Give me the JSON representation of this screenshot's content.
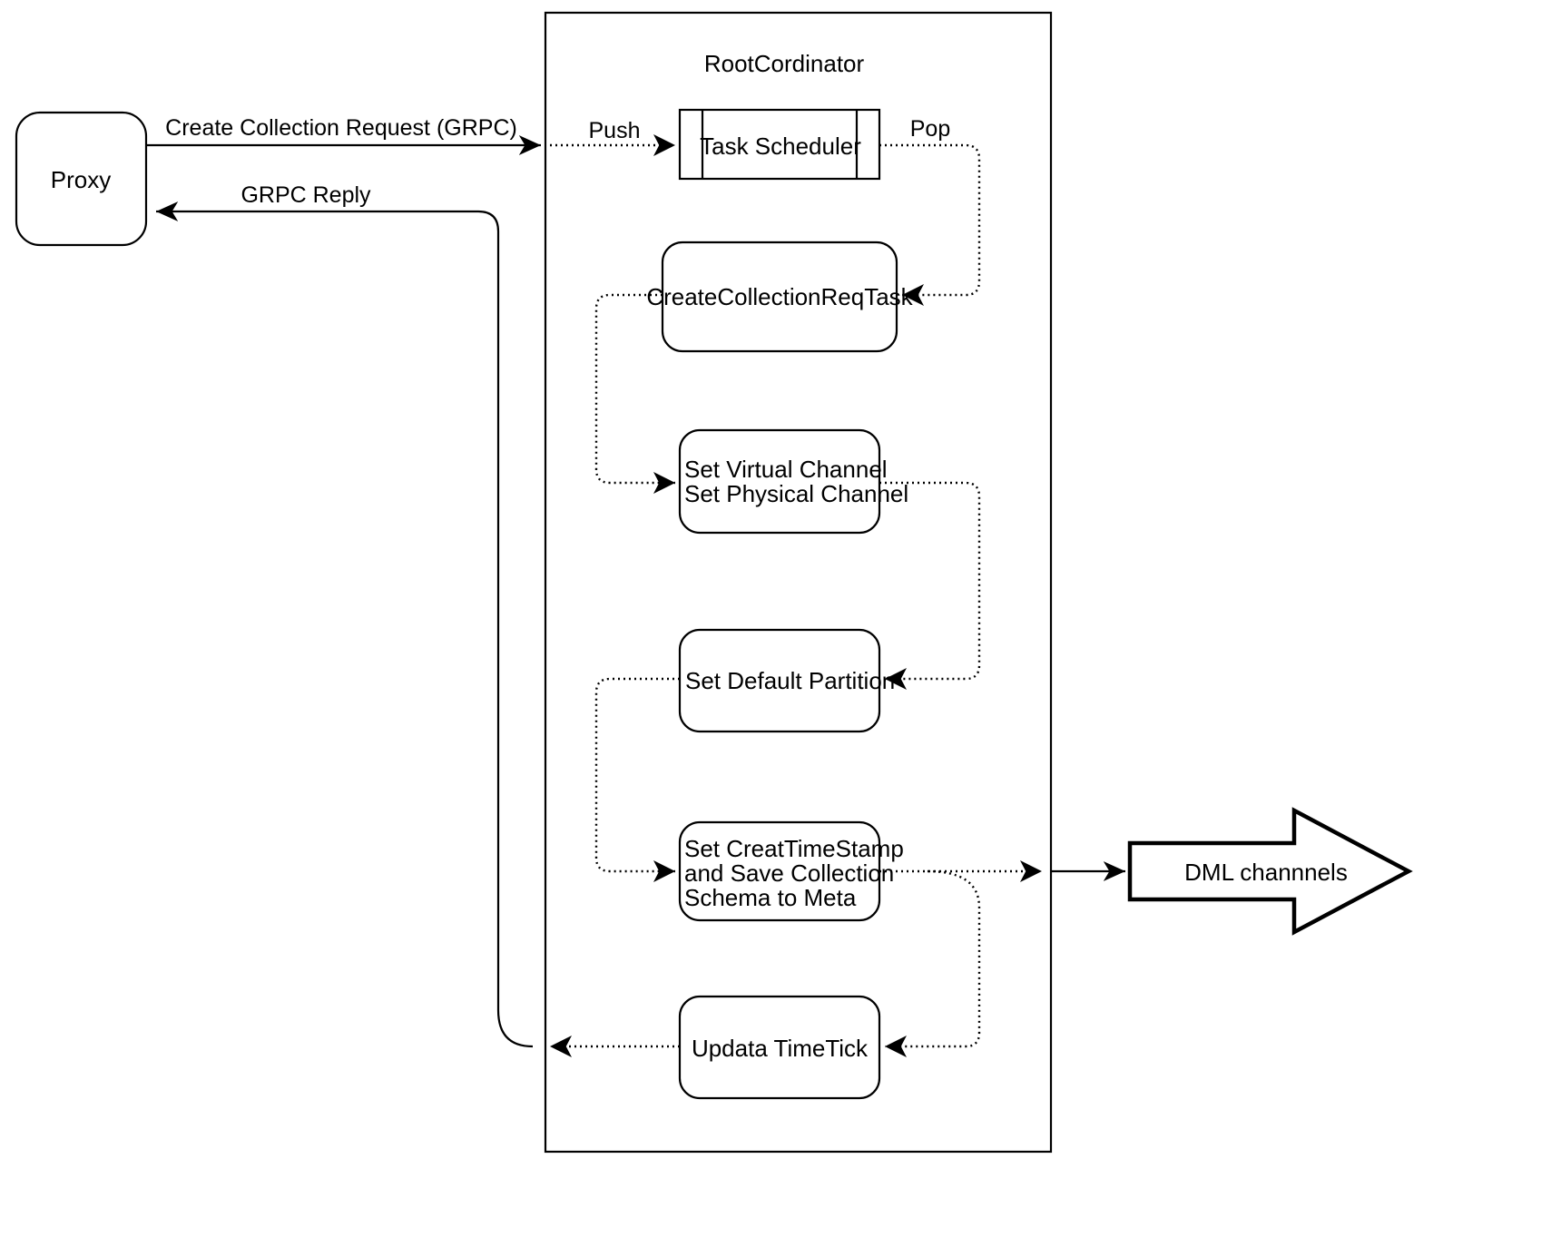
{
  "diagram": {
    "title_container": "RootCordinator",
    "nodes": {
      "proxy": {
        "label": "Proxy"
      },
      "task_scheduler": {
        "label": "Task Scheduler"
      },
      "create_collection_req_task": {
        "label": "CreateCollectionReqTask"
      },
      "set_channels": {
        "line1": "Set Virtual Channel",
        "line2": "Set Physical Channel"
      },
      "set_default_partition": {
        "label": "Set Default Partition"
      },
      "set_create_timestamp": {
        "line1": "Set CreatTimeStamp",
        "line2": "and Save Collection",
        "line3": "Schema to Meta"
      },
      "update_timetick": {
        "label": "Updata TimeTick"
      },
      "dml_channels": {
        "label": "DML channnels"
      }
    },
    "edge_labels": {
      "create_collection_request": "Create Collection Request (GRPC)",
      "grpc_reply": "GRPC Reply",
      "push": "Push",
      "pop": "Pop"
    },
    "colors": {
      "stroke": "#000000",
      "fill": "#ffffff",
      "background": "#ffffff"
    }
  }
}
